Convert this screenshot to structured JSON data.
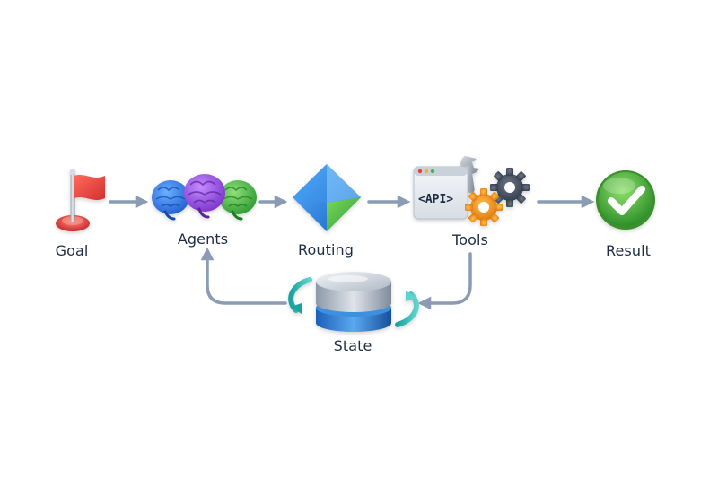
{
  "diagram": {
    "nodes": {
      "goal": {
        "label": "Goal"
      },
      "agents": {
        "label": "Agents"
      },
      "routing": {
        "label": "Routing"
      },
      "tools": {
        "label": "Tools",
        "api_text": "<API>"
      },
      "result": {
        "label": "Result"
      },
      "state": {
        "label": "State"
      }
    },
    "colors": {
      "arrow": "#8a9bb3",
      "flag": "#e5413a",
      "check": "#4caf3c",
      "routing_blue": "#1e7fd9",
      "routing_green": "#39b54a",
      "db_blue": "#2f7fd0",
      "gear_orange": "#f39a1e",
      "gear_gray": "#4a5668",
      "cycle_teal": "#2ab3b0"
    }
  }
}
